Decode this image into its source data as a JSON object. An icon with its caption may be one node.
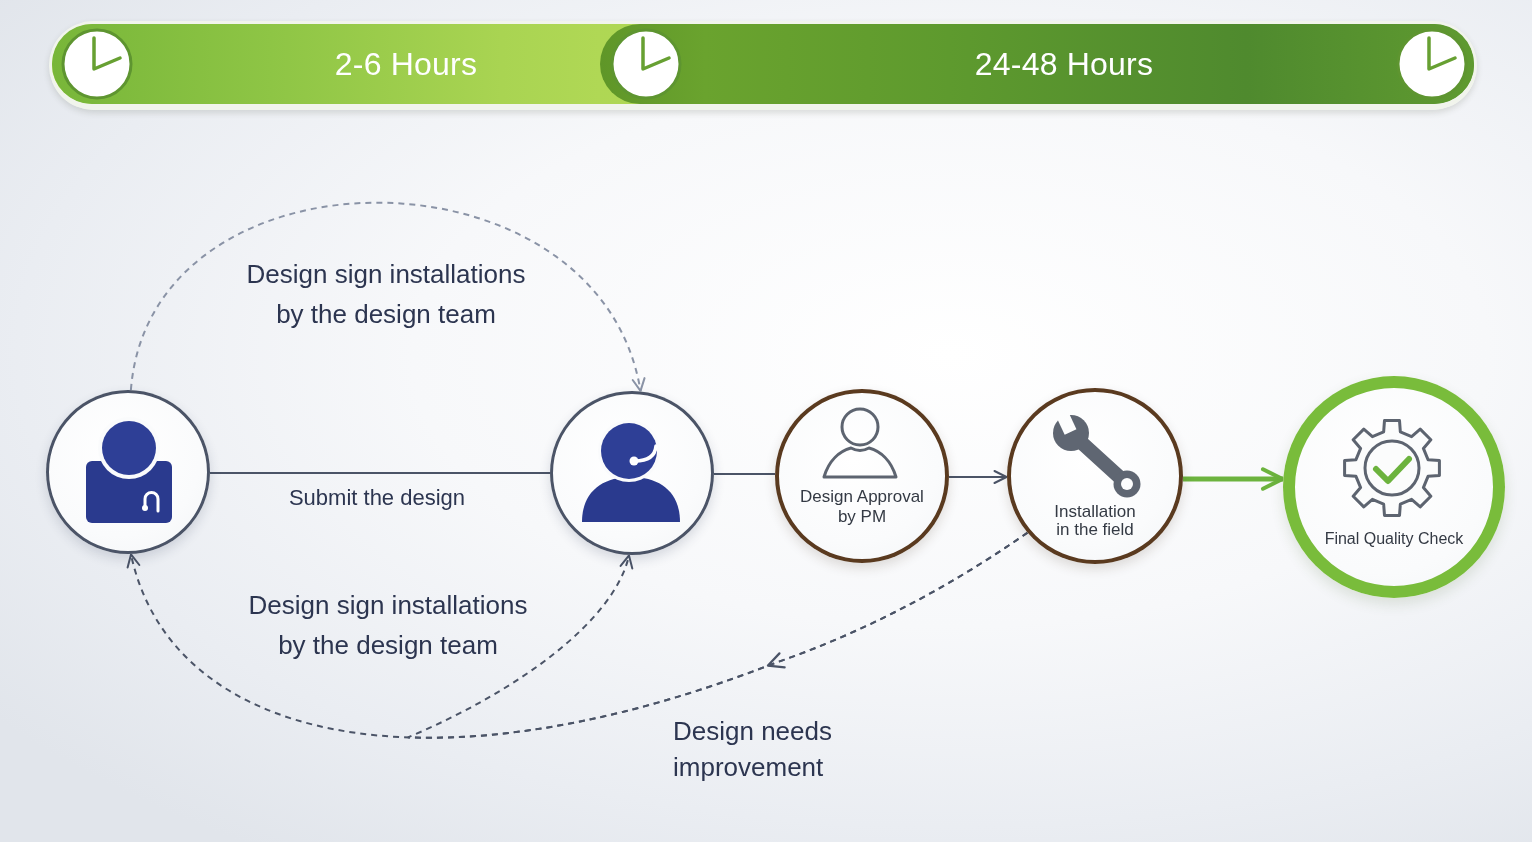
{
  "diagram": {
    "nodes": [
      {
        "text": [
          "2-6 Hours"
        ]
      },
      {
        "text": [
          "24-48 Hours"
        ]
      },
      {
        "text": [],
        "shape": "circle"
      },
      {
        "text": [],
        "shape": "circle"
      },
      {
        "text": [
          "Design Approval by PM"
        ]
      },
      {
        "text": [
          "Installation in the field"
        ]
      },
      {
        "text": [
          "Final Quality Check"
        ]
      }
    ],
    "edges": [
      {
        "from": 2,
        "to": 3,
        "arrow": "to",
        "label": "Design sign installations by the design team",
        "style": "dashed",
        "color": "#8a93a6"
      },
      {
        "from": 2,
        "to": 3,
        "arrow": "none",
        "label": "Submit the design"
      },
      {
        "from": 3,
        "to": 4,
        "arrow": "none"
      },
      {
        "from": 4,
        "to": 5,
        "arrow": "to"
      },
      {
        "from": 5,
        "to": 6,
        "arrow": "to",
        "style": "thick",
        "color": "#6cb33e"
      },
      {
        "from": 5,
        "to": 2,
        "arrow": "to",
        "label": "Design needs improvement",
        "style": "dashed"
      },
      {
        "from": 5,
        "to": 3,
        "arrow": "to",
        "style": "dashed"
      }
    ],
    "labels": [
      "Design sign installations by the design team"
    ]
  }
}
